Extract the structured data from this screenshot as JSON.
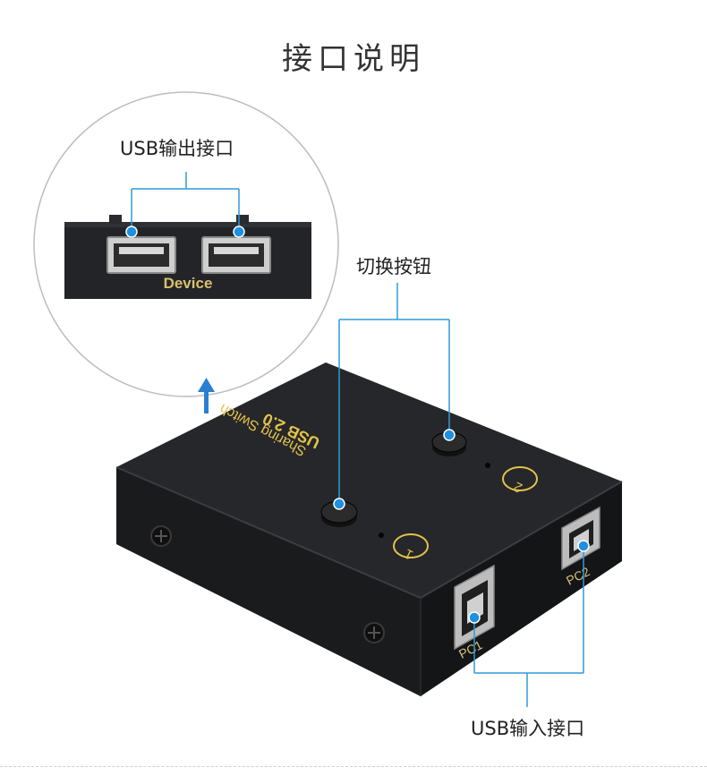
{
  "title": "接口说明",
  "callouts": {
    "usb_output": "USB输出接口",
    "switch_button": "切换按钮",
    "usb_input": "USB输入接口"
  },
  "device": {
    "top_label_1": "USB 2.0",
    "top_label_2": "Sharing Switch",
    "indicator_1": "1",
    "indicator_2": "2",
    "port_label_pc1": "PC1",
    "port_label_pc2": "PC2",
    "output_panel_label": "Device"
  },
  "colors": {
    "leader": "#2f9ad8",
    "dot": "#1e90e0",
    "body": "#222326",
    "side": "#17181a",
    "print": "#e3c24a"
  }
}
